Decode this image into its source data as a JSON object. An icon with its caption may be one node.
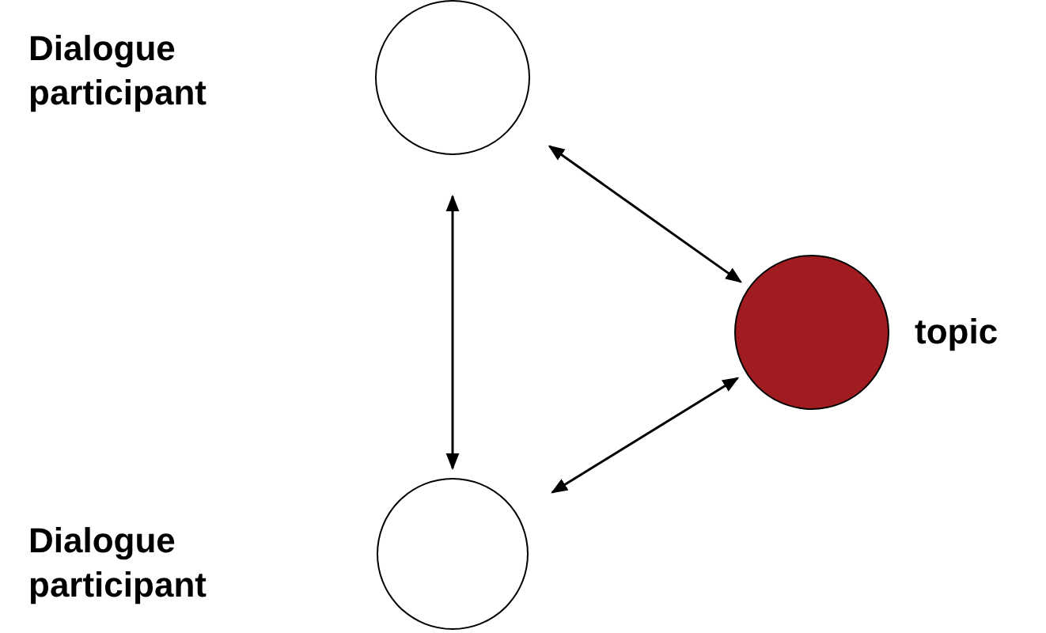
{
  "diagram": {
    "nodes": [
      {
        "text": [
          "Dialogue participant"
        ]
      },
      {
        "text": [
          "Dialogue participant"
        ]
      },
      {
        "text": [
          "topic"
        ]
      }
    ],
    "edges": [
      {
        "from": 0,
        "to": 2,
        "arrow": "both"
      },
      {
        "from": 0,
        "to": 1,
        "arrow": "both"
      },
      {
        "from": 1,
        "to": 2,
        "arrow": "both"
      }
    ]
  }
}
